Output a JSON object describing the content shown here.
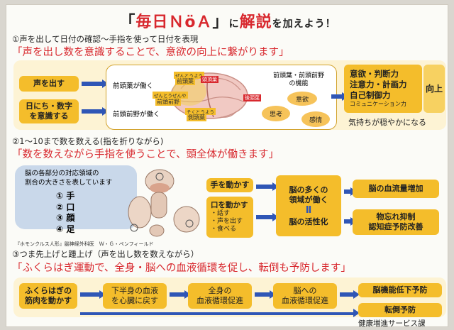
{
  "title": {
    "open_quote": "「",
    "brand": "毎日ＮöＡ",
    "close_quote": "」",
    "ni": "に",
    "kaisetsu": "解説",
    "tail": "を加えよう！"
  },
  "section1": {
    "heading": "①声を出して日付の確認～手指を使って日付を表現",
    "tagline": "「声を出し数を意識することで、意欲の向上に繋がります」",
    "box_voice": "声を出す",
    "box_date": "日にち・数字\nを意識する",
    "frontal_works": "前頭葉が働く",
    "prefrontal_works": "前頭前野が働く",
    "brain_tags": {
      "zenfront_ruby": "ぜんとうよう",
      "zenfront": "前頭葉",
      "prefront_ruby": "ぜんとうぜんや",
      "prefront": "前頭前野",
      "temporal_ruby": "そくとうよう",
      "temporal": "側頭葉",
      "parietal": "頭頂葉",
      "occipital": "後頭葉"
    },
    "function_title": "前頭葉・前頭前野\nの機能",
    "ovals": [
      "意欲",
      "思考",
      "感情"
    ],
    "effects": [
      "意欲・判断力",
      "注意力・計画力",
      "自己制御力",
      "コミュニケーション力"
    ],
    "improve": "向上",
    "calm": "気持ちが穏やかになる"
  },
  "section2": {
    "heading": "②1～10まで数を数える(指を折りながら)",
    "tagline": "「数を数えながら手指を使うことで、頭全体が働きます」",
    "bubble_text": "脳の各部分の対応領域の\n割合の大きさを表しています",
    "parts": [
      "① 手",
      "② 口",
      "③ 顔",
      "④ 足"
    ],
    "caption": "『ホモンクルス人形』脳神経外科医　Ｗ・Ｇ・ペンフィールド",
    "move_hand": "手を動かす",
    "move_mouth": "口を動かす",
    "mouth_items": [
      "・話す",
      "・声を出す",
      "・食べる"
    ],
    "brain_many": "脳の多くの\n領域が働く",
    "equals": "Ⅱ",
    "brain_active": "脳の活性化",
    "blood_flow": "脳の血流量増加",
    "dementia": "物忘れ抑制\n認知症予防改善"
  },
  "section3": {
    "heading": "③つま先上げと踵上げ（声を出し数を数えながら）",
    "tagline": "「ふくらはぎ運動で、全身・脳への血液循環を促し、転倒も予防します」",
    "steps": [
      "ふくらはぎの\n筋肉を動かす",
      "下半身の血液\nを心臓に戻す",
      "全身の\n血液循環促進",
      "脳への\n血液循環促進",
      "脳機能低下予防",
      "転倒予防"
    ]
  },
  "footer": "健康増進サービス課"
}
